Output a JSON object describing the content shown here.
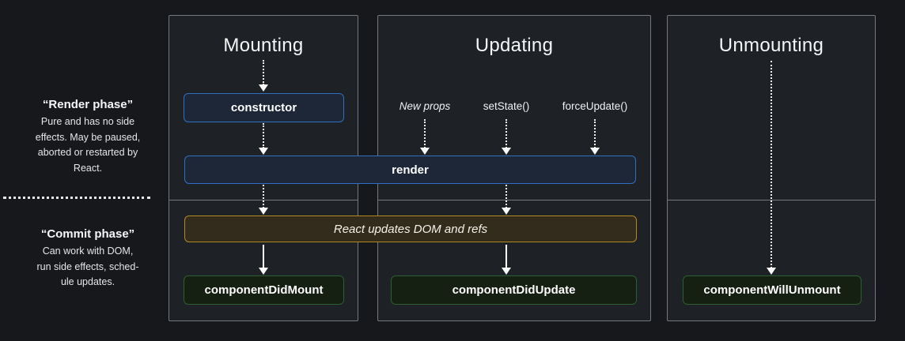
{
  "left_panel": {
    "render_phase": {
      "title": "“Render phase”",
      "lines": [
        "Pure and has no side",
        "effects. May be paused,",
        "aborted or restarted by",
        "React."
      ]
    },
    "commit_phase": {
      "title": "“Commit phase”",
      "lines": [
        "Can work with DOM,",
        "run side effects, sched-",
        "ule updates."
      ]
    }
  },
  "columns": [
    {
      "id": "mounting",
      "title": "Mounting"
    },
    {
      "id": "updating",
      "title": "Updating"
    },
    {
      "id": "unmounting",
      "title": "Unmounting"
    }
  ],
  "triggers": [
    {
      "label": "New props"
    },
    {
      "label": "setState()"
    },
    {
      "label": "forceUpdate()"
    }
  ],
  "boxes": {
    "constructor": "constructor",
    "render": "render",
    "react_updates": "React updates DOM and refs",
    "component_did_mount": "componentDidMount",
    "component_did_update": "componentDidUpdate",
    "component_will_unmount": "componentWillUnmount"
  },
  "colors": {
    "background": "#16181c",
    "column_fill": "#1e2126",
    "column_border": "#74777c",
    "blue_border": "#2f6fc1",
    "blue_fill": "#1d2737",
    "gold_border": "#b3891f",
    "gold_fill": "#332c1c",
    "green_border": "#2c5f31",
    "green_fill": "#152013",
    "arrow": "#ffffff"
  }
}
